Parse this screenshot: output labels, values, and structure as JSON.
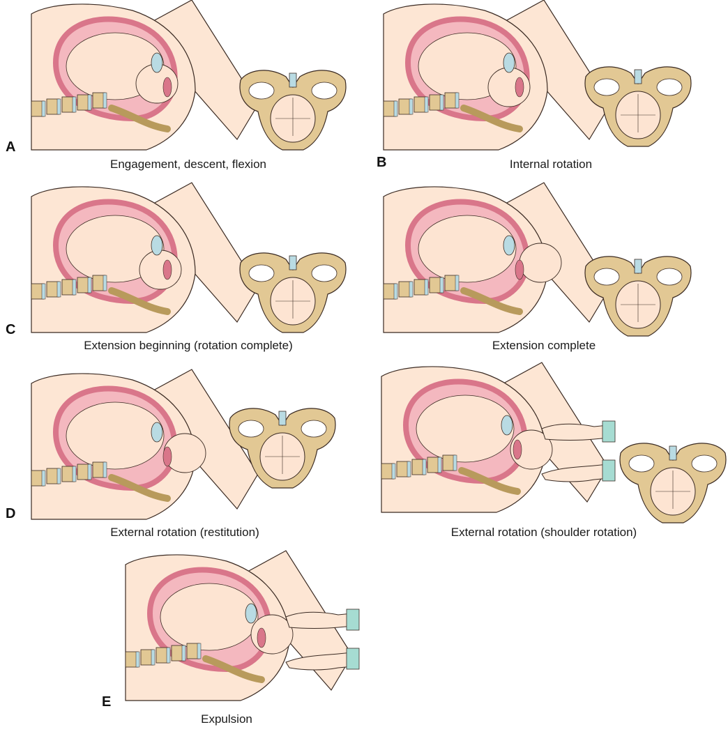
{
  "figure": {
    "panels": [
      {
        "letter": "A",
        "caption": "Engagement, descent, flexion",
        "head_view": "flexed",
        "hands": false,
        "pelvis": true
      },
      {
        "letter": "B",
        "caption": "Internal rotation",
        "head_view": "rotating",
        "hands": false,
        "pelvis": true
      },
      {
        "letter": "C",
        "caption": "Extension beginning (rotation complete)",
        "head_view": "vertex",
        "hands": false,
        "pelvis": true
      },
      {
        "letter": "",
        "caption": "Extension complete",
        "head_view": "crowned",
        "hands": false,
        "pelvis": true
      },
      {
        "letter": "D",
        "caption": "External rotation (restitution)",
        "head_view": "restitution",
        "hands": false,
        "pelvis": true
      },
      {
        "letter": "",
        "caption": "External rotation (shoulder rotation)",
        "head_view": "shoulders",
        "hands": true,
        "pelvis": true
      },
      {
        "letter": "E",
        "caption": "Expulsion",
        "head_view": "expulsion",
        "hands": true,
        "pelvis": false
      }
    ]
  },
  "colors": {
    "skin": "#fde6d4",
    "skin_dark": "#f6c6a6",
    "uterus": "#d9768a",
    "uterus_light": "#f4b8bf",
    "fetus": "#fde4d2",
    "bone": "#e2c894",
    "bone_dark": "#b89a5c",
    "disc": "#b9dbe3",
    "glove": "#a6dcd2",
    "outline": "#3a2a22"
  }
}
